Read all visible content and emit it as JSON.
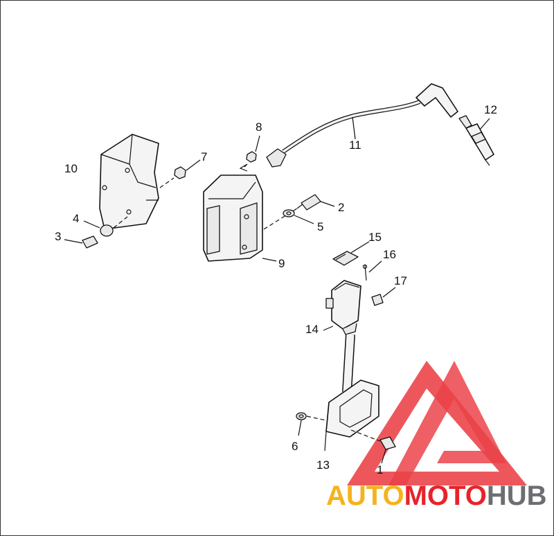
{
  "diagram": {
    "callouts": [
      {
        "id": "1",
        "label": "1"
      },
      {
        "id": "2",
        "label": "2"
      },
      {
        "id": "3",
        "label": "3"
      },
      {
        "id": "4",
        "label": "4"
      },
      {
        "id": "5",
        "label": "5"
      },
      {
        "id": "6",
        "label": "6"
      },
      {
        "id": "7",
        "label": "7"
      },
      {
        "id": "8",
        "label": "8"
      },
      {
        "id": "9",
        "label": "9"
      },
      {
        "id": "10",
        "label": "10"
      },
      {
        "id": "11",
        "label": "11"
      },
      {
        "id": "12",
        "label": "12"
      },
      {
        "id": "13",
        "label": "13"
      },
      {
        "id": "14",
        "label": "14"
      },
      {
        "id": "15",
        "label": "15"
      },
      {
        "id": "16",
        "label": "16"
      },
      {
        "id": "17",
        "label": "17"
      }
    ]
  },
  "watermark": {
    "part1": "AUTO",
    "part2": "MOTO",
    "part3": "HUB",
    "color_primary": "#e8232a",
    "color_auto": "#f5b31b",
    "color_hub": "#6d6e71"
  }
}
